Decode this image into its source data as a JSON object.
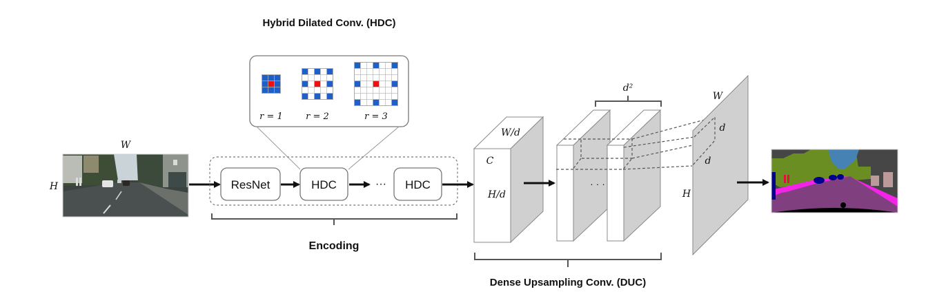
{
  "diagram": {
    "title_hdc": "Hybrid Dilated Conv. (HDC)",
    "hdc_kernels": [
      {
        "label": "r = 1",
        "rate": 1
      },
      {
        "label": "r = 2",
        "rate": 2
      },
      {
        "label": "r = 3",
        "rate": 3
      }
    ],
    "input": {
      "width_label": "W",
      "height_label": "H",
      "name": "input street scene image"
    },
    "encoding": {
      "blocks": [
        "ResNet",
        "HDC",
        "HDC"
      ],
      "ellipsis": "···",
      "label": "Encoding"
    },
    "feature_map": {
      "width_label": "W/d",
      "channel_label": "C",
      "height_label": "H/d"
    },
    "duc": {
      "channels_label": "d²",
      "ellipsis": "· · ·",
      "label": "Dense Upsampling Conv. (DUC)"
    },
    "output_map": {
      "width_label": "W",
      "d_label_1": "d",
      "d_label_2": "d",
      "height_label": "H"
    },
    "output": {
      "name": "semantic segmentation output"
    },
    "colors": {
      "kernel_active": "#1f5fc8",
      "kernel_center": "#ee1111",
      "block_face": "#ffffff",
      "block_side": "#d0d0d0",
      "seg_road": "#804080",
      "seg_sidewalk": "#f423e8",
      "seg_vegetation": "#6b8e23",
      "seg_building": "#464646",
      "seg_sky": "#4682b4",
      "seg_car": "#00008e",
      "seg_person": "#dc143c"
    }
  }
}
